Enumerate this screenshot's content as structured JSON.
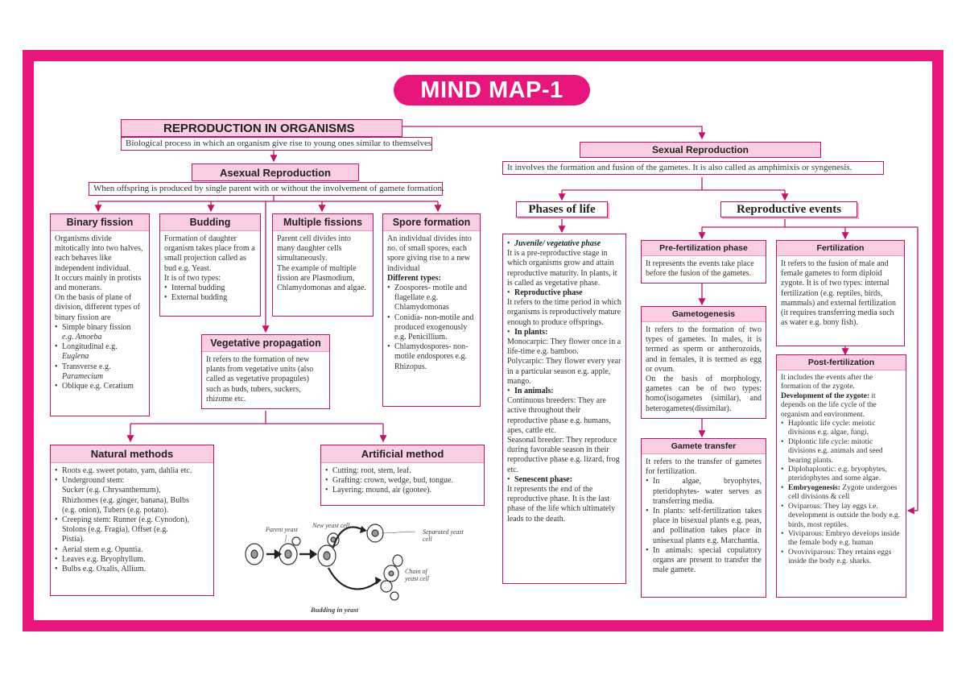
{
  "title": "MIND MAP-1",
  "root": {
    "title": "REPRODUCTION IN ORGANISMS",
    "desc": "Biological process in which an organism give rise to young ones similar to themselves"
  },
  "asexual": {
    "title": "Asexual Reproduction",
    "desc": "When offspring is produced by single parent with or without the involvement of gamete formation."
  },
  "sexual": {
    "title": "Sexual Reproduction",
    "desc": "It involves the formation and fusion of the gametes. It is also called as amphimixis or syngenesis."
  },
  "binary_fission": {
    "title": "Binary fission",
    "p1": "Organisms divide mitotically into two halves, each behaves like independent individual.",
    "p2": "It occurs mainly in protists and monerans.",
    "p3": "On the basis of plane of division, different types of binary fission are",
    "items": [
      {
        "label": "Simple binary fission",
        "eg": "e.g. Amoeba"
      },
      {
        "label": "Longitudinal e.g.",
        "eg": "Euglena"
      },
      {
        "label": "Transverse e.g.",
        "eg": "Paramecium"
      },
      {
        "label": "Oblique e.g. Ceratium",
        "eg": ""
      }
    ]
  },
  "budding": {
    "title": "Budding",
    "p1": "Formation of daughter organism takes place from a small projection called as bud e.g. Yeast.",
    "p2": "It is of two types:",
    "items": [
      "Internal budding",
      "External budding"
    ]
  },
  "multiple_fissions": {
    "title": "Multiple fissions",
    "p1": "Parent cell divides into many daughter cells simultaneously.",
    "p2": "The example of multiple fission are Plasmodium, Chlamydomonas and algae."
  },
  "spore_formation": {
    "title": "Spore formation",
    "p1": "An individual divides into no. of small spores, each spore giving rise to a new individual",
    "heading": "Different types:",
    "items": [
      "Zoospores- motile and flagellate e.g. Chlamydomonas",
      "Conidia- non-motile and produced exogenously e.g. Penicillium.",
      "Chlamydospores- non-motile endospores e.g. Rhizopus."
    ]
  },
  "vegetative": {
    "title": "Vegetative propagation",
    "p1": "It refers to the formation of new plants from vegetative units (also called as vegetative propagules) such as buds, tubers, suckers, rhizome etc."
  },
  "natural": {
    "title": "Natural methods",
    "lines": [
      "Roots e.g. sweet potato, yam, dahlia etc.",
      "Underground stem:",
      "Sucker (e.g. Chrysanthemum),",
      "Rhizhomes (e.g. ginger, banana), Bulbs",
      "(e.g. onion), Tubers (e.g. potato).",
      "Creeping stem: Runner (e.g. Cynodon),",
      "Stolons (e.g. Fragia), Offset (e.g.",
      "Pistia).",
      "Aerial stem e.g. Opuntia.",
      "Leaves e.g. Bryophyllum.",
      "Bulbs e.g. Oxalis, Allium."
    ]
  },
  "artificial": {
    "title": "Artificial method",
    "items": [
      "Cutting: root, stem, leaf.",
      "Grafting: crown, wedge, bud, tongue.",
      "Layering: mound, air (gootee)."
    ]
  },
  "yeast": {
    "parent": "Parent yeast",
    "new_cell": "New yeast cell",
    "separated": "Separated yeast cell",
    "chain": "Chain of yeast cell",
    "caption": "Budding in yeast"
  },
  "phases": {
    "title": "Phases of life",
    "juvenile_h": "Juvenile/ vegetative phase",
    "juvenile_p": "It is a pre-reproductive stage in which organisms grow and attain reproductive maturity. In plants, it is called as vegetative phase.",
    "repro_h": "Reproductive phase",
    "repro_p": "It refers to the time period in which organisms is reproductively mature enough to produce offsprings.",
    "plants_h": "In plants:",
    "monocarpic": "Monocarpic: They flower once in a life-time e.g. bamboo.",
    "polycarpic": "Polycarpic: They flower every year in a particular season e.g. apple, mango.",
    "animals_h": "In animals:",
    "continuous": "Continuous breeders: They are active throughout their reproductive phase e.g. humans, apes, cattle etc.",
    "seasonal": "Seasonal breeder: They reproduce during favorable season in their reproductive phase e.g. lizard, frog etc.",
    "senescent_h": "Senescent phase:",
    "senescent_p": "It represents the end of the reproductive phase. It is the last phase of the life which ultimately leads to the death."
  },
  "events": {
    "title": "Reproductive events"
  },
  "prefert": {
    "title": "Pre-fertilization phase",
    "p1": "It represents the events take place before the fusion of the gametes."
  },
  "gametogenesis": {
    "title": "Gametogenesis",
    "p1": "It refers to the formation of two types of gametes. In males, it is termed as sperm or antherozoids, and in females, it is termed as egg or ovum.",
    "p2": "On the basis of morphology, gametes can be of two types: homo(isogametes (similar), and heterogametes(dissimilar)."
  },
  "transfer": {
    "title": "Gamete transfer",
    "p1": "It refers to the transfer of gametes for fertilization.",
    "items": [
      "In algae, bryophytes, pteridophytes- water serves as transferring media.",
      "In plants: self-fertilization takes place in bisexual plants e.g. peas, and pollination takes place in unisexual plants e.g. Marchantia.",
      "In animals: special copulatory organs are present to transfer the male gamete."
    ]
  },
  "fertilization": {
    "title": "Fertilization",
    "p1": "It refers to the fusion of male and female gametes to form diploid zygote. It is of two types: internal fertilization (e.g. reptiles, birds, mammals) and external fertilization (it requires transferring media such as water e.g. bony fish)."
  },
  "postfert": {
    "title": "Post-fertilization",
    "p1": "It includes the events after the formation of the zygote.",
    "dev_h": "Development of the zygote:",
    "dev_p": "it depends on the life cycle of the organism and environment.",
    "items": [
      "Haplontic life cycle: meiotic divisions e.g. algae, fungi.",
      "Diplontic life cycle: mitotic divisions e.g. animals and seed bearing plants.",
      "Diplohaplontic: e.g. bryophytes, pteridophytes and some algae."
    ],
    "embryo_h": "Embryogenesis:",
    "embryo_p": "Zygote undergoes cell divisions & cell",
    "items2": [
      "Oviparous: They lay eggs i.e. development is outside the body e.g. birds, most reptiles.",
      "Viviparous: Embryo develops inside the female body e.g. human",
      "Ovoviviparous: They retains eggs inside the body e.g. sharks."
    ]
  },
  "colors": {
    "accent": "#e8157d",
    "header_fill": "#f9cde2",
    "border": "#c0136a"
  }
}
